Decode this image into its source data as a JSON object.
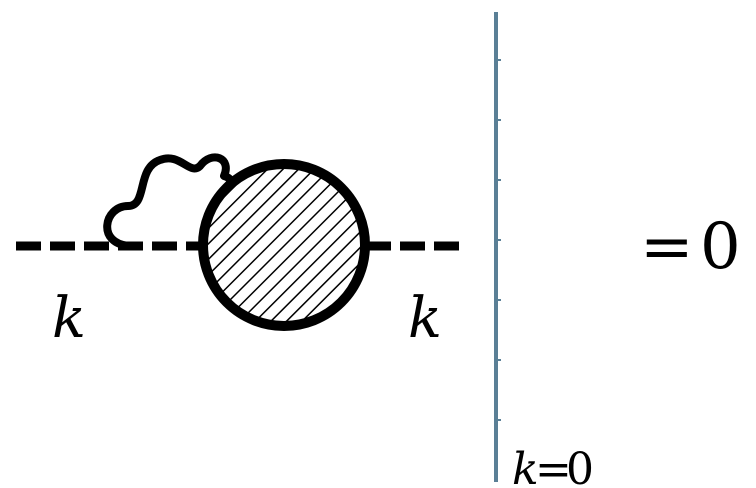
{
  "diagram": {
    "left_momentum_label": "k",
    "right_momentum_label": "k",
    "evaluation_label_variable": "k",
    "evaluation_label_equals": "=",
    "evaluation_label_value": "0",
    "result_equals": "=",
    "result_value": "0"
  },
  "colors": {
    "ink": "#000000",
    "evaluation_bar": "#5a7f96",
    "background": "#ffffff"
  }
}
